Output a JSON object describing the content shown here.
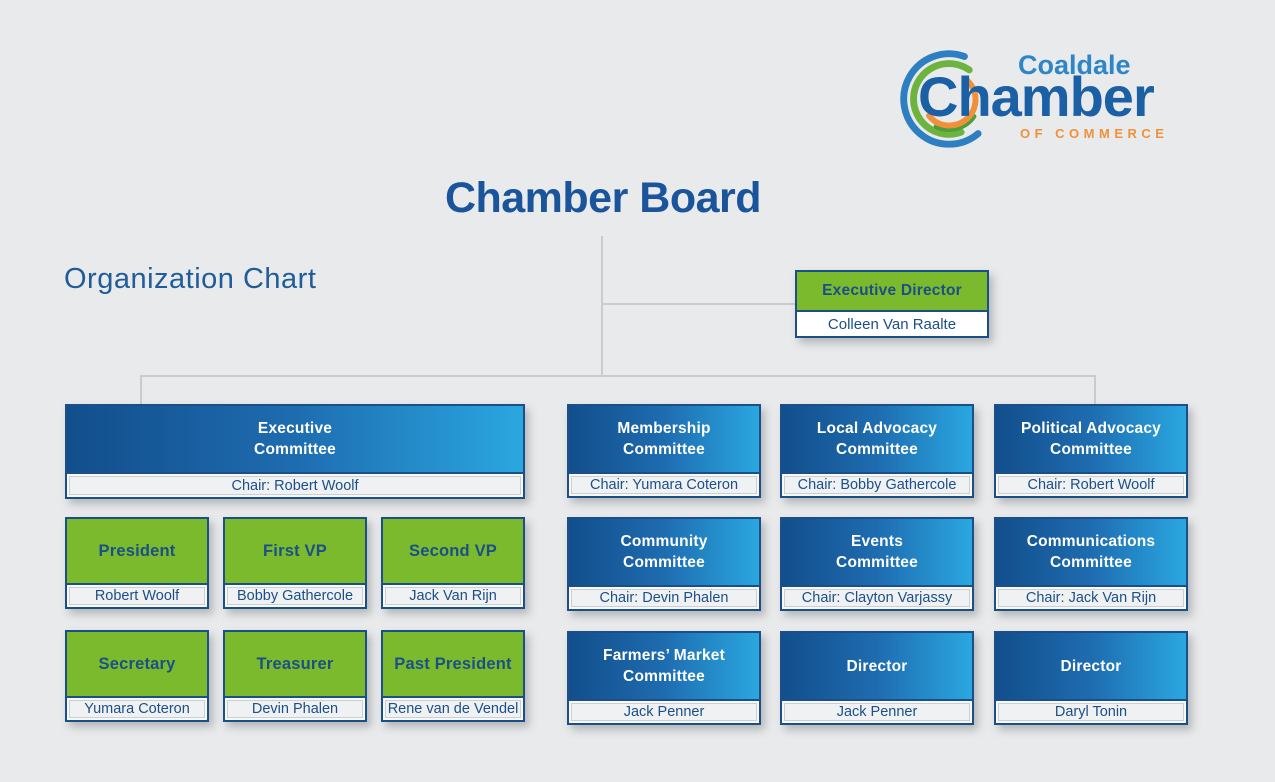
{
  "logo": {
    "brand_top": "Coaldale",
    "brand_main": "Chamber",
    "brand_sub": "OF COMMERCE"
  },
  "header": {
    "title": "Chamber Board",
    "subtitle": "Organization Chart"
  },
  "executive_director": {
    "title": "Executive Director",
    "name": "Colleen Van Raalte"
  },
  "executive_committee": {
    "title": "Executive\nCommittee",
    "chair": "Chair: Robert Woolf"
  },
  "officers": [
    {
      "title": "President",
      "name": "Robert Woolf"
    },
    {
      "title": "First VP",
      "name": "Bobby Gathercole"
    },
    {
      "title": "Second VP",
      "name": "Jack Van Rijn"
    },
    {
      "title": "Secretary",
      "name": "Yumara Coteron"
    },
    {
      "title": "Treasurer",
      "name": "Devin Phalen"
    },
    {
      "title": "Past President",
      "name": "Rene van de Vendel"
    }
  ],
  "committees": [
    {
      "title": "Membership\nCommittee",
      "strip": "Chair: Yumara Coteron"
    },
    {
      "title": "Local Advocacy\nCommittee",
      "strip": "Chair: Bobby Gathercole"
    },
    {
      "title": "Political Advocacy\nCommittee",
      "strip": "Chair: Robert Woolf"
    },
    {
      "title": "Community\nCommittee",
      "strip": "Chair: Devin Phalen"
    },
    {
      "title": "Events\nCommittee",
      "strip": "Chair: Clayton Varjassy"
    },
    {
      "title": "Communications\nCommittee",
      "strip": "Chair: Jack Van Rijn"
    },
    {
      "title": "Farmers’ Market\nCommittee",
      "strip": "Jack Penner"
    },
    {
      "title": "Director",
      "strip": "Jack Penner"
    },
    {
      "title": "Director",
      "strip": "Daryl Tonin"
    }
  ],
  "colors": {
    "background": "#e9eaeb",
    "green": "#7cba2d",
    "blue_gradient_dark": "#124e8c",
    "blue_gradient_light": "#2aa7e0",
    "navy_text": "#1b4f88",
    "title_blue": "#1a549b",
    "logo_blue": "#1b5fa5",
    "logo_light_blue": "#2e86c8",
    "logo_orange": "#f0913a",
    "connector_line": "#c9cbcd"
  }
}
